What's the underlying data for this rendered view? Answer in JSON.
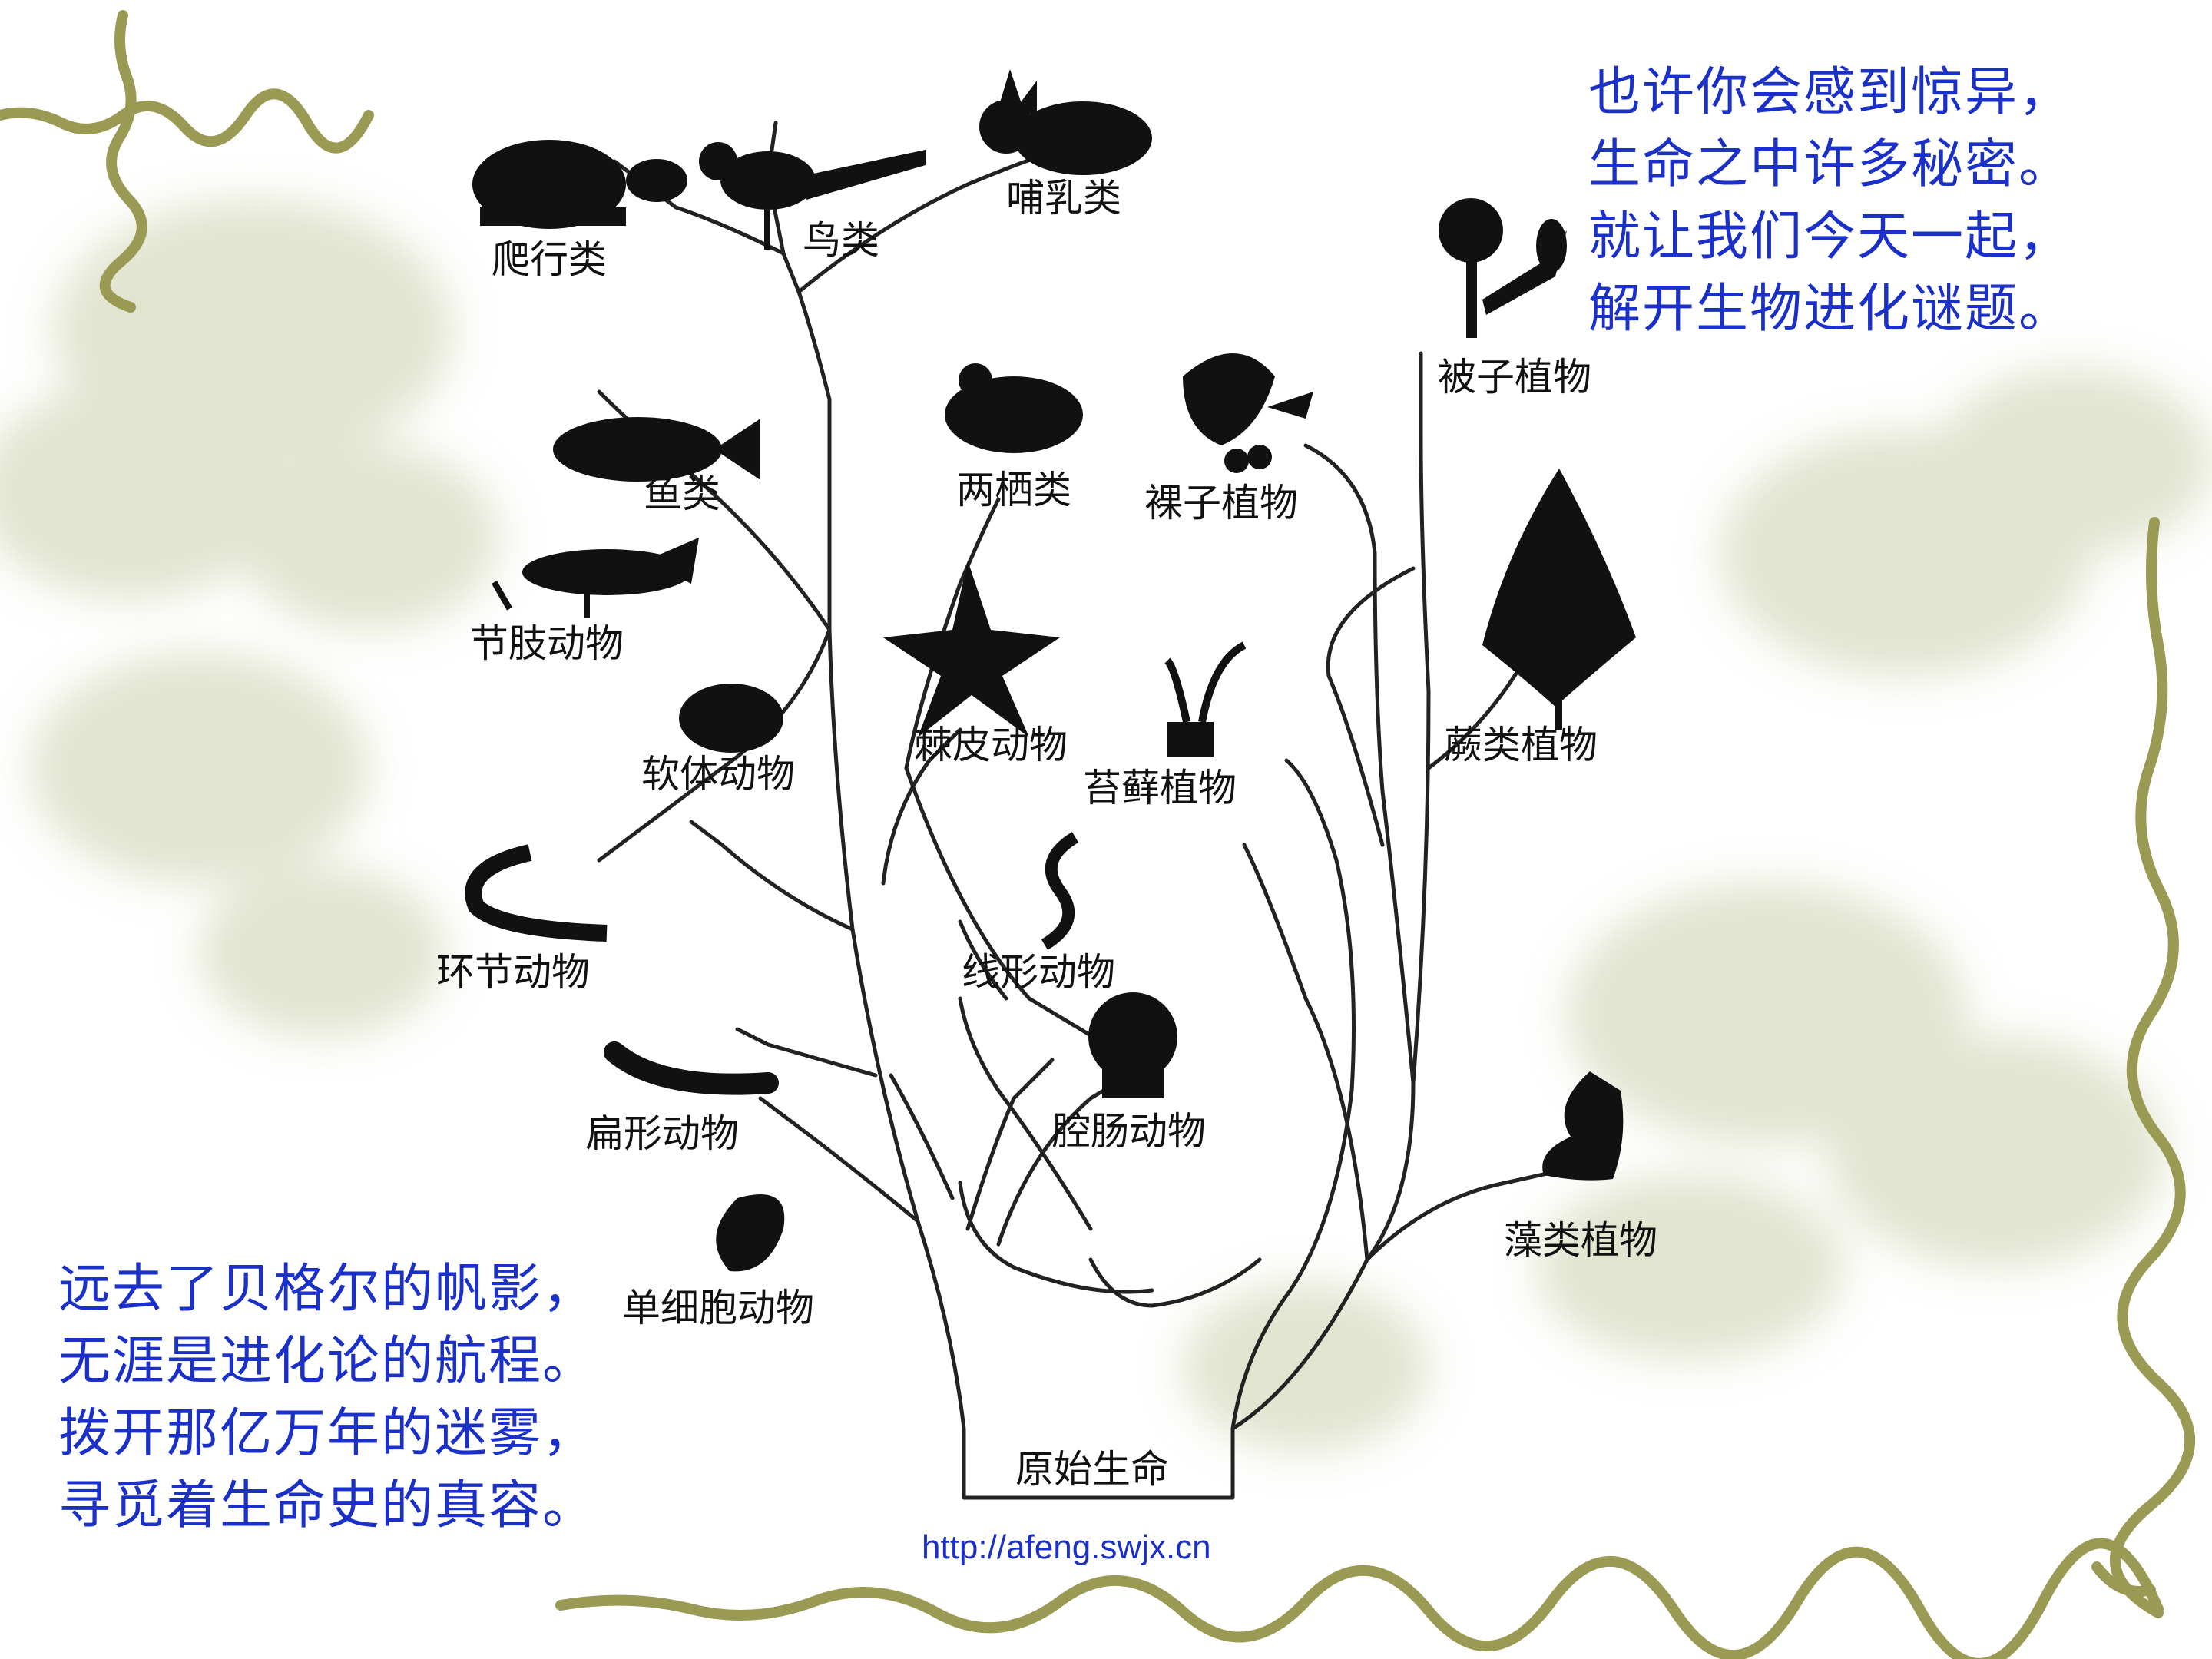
{
  "colors": {
    "poem": "#1a30c8",
    "label": "#111111",
    "vine": "#9a9a55",
    "foliage": "#c9cfa8"
  },
  "poem_right": [
    "也许你会感到惊异，",
    "生命之中许多秘密。",
    "就让我们今天一起，",
    "解开生物进化谜题。"
  ],
  "poem_left": [
    "远去了贝格尔的帆影，",
    "无涯是进化论的航程。",
    "拨开那亿万年的迷雾，",
    "寻觅着生命史的真容。"
  ],
  "labels": {
    "pa_xing_lei": "爬行类",
    "niao_lei": "鸟类",
    "bu_ru_lei": "哺乳类",
    "bei_zi_zhi_wu": "被子植物",
    "yu_lei": "鱼类",
    "liang_qi_lei": "两栖类",
    "luo_zi_zhi_wu": "裸子植物",
    "jie_zhi_dong_wu": "节肢动物",
    "ji_pi_dong_wu": "棘皮动物",
    "jue_lei_zhi_wu": "蕨类植物",
    "ruan_ti_dong_wu": "软体动物",
    "tai_xian_zhi_wu": "苔藓植物",
    "huan_jie_dong_wu": "环节动物",
    "xian_xing_dong_wu": "线形动物",
    "bian_xing_dong_wu": "扁形动物",
    "qiang_chang_dong_wu": "腔肠动物",
    "zao_lei_zhi_wu": "藻类植物",
    "dan_xi_bao_dong_wu": "单细胞动物",
    "yuan_shi_sheng_ming": "原始生命"
  },
  "icons": [
    "turtle-icon",
    "bird-icon",
    "rabbit-icon",
    "flower-icon",
    "fish-icon",
    "frog-icon",
    "ginkgo-icon",
    "grasshopper-icon",
    "starfish-icon",
    "fern-icon",
    "shell-icon",
    "moss-icon",
    "earthworm-icon",
    "roundworm-icon",
    "flatworm-icon",
    "coral-icon",
    "alga-icon",
    "amoeba-icon"
  ],
  "url": "http://afeng.swjx.cn"
}
